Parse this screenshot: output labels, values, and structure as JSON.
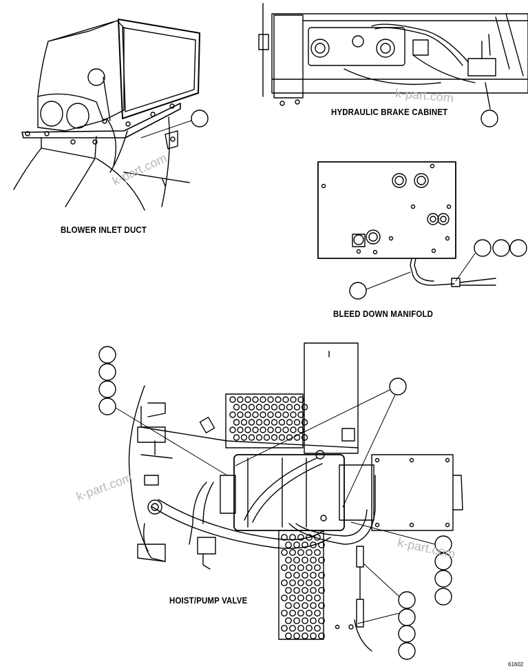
{
  "labels": {
    "blower_inlet_duct": "BLOWER INLET DUCT",
    "hydraulic_brake_cabinet": "HYDRAULIC BRAKE CABINET",
    "bleed_down_manifold": "BLEED DOWN MANIFOLD",
    "hoist_pump_valve": "HOIST/PUMP VALVE"
  },
  "watermark": "k-part.com",
  "figure_number": "61602"
}
